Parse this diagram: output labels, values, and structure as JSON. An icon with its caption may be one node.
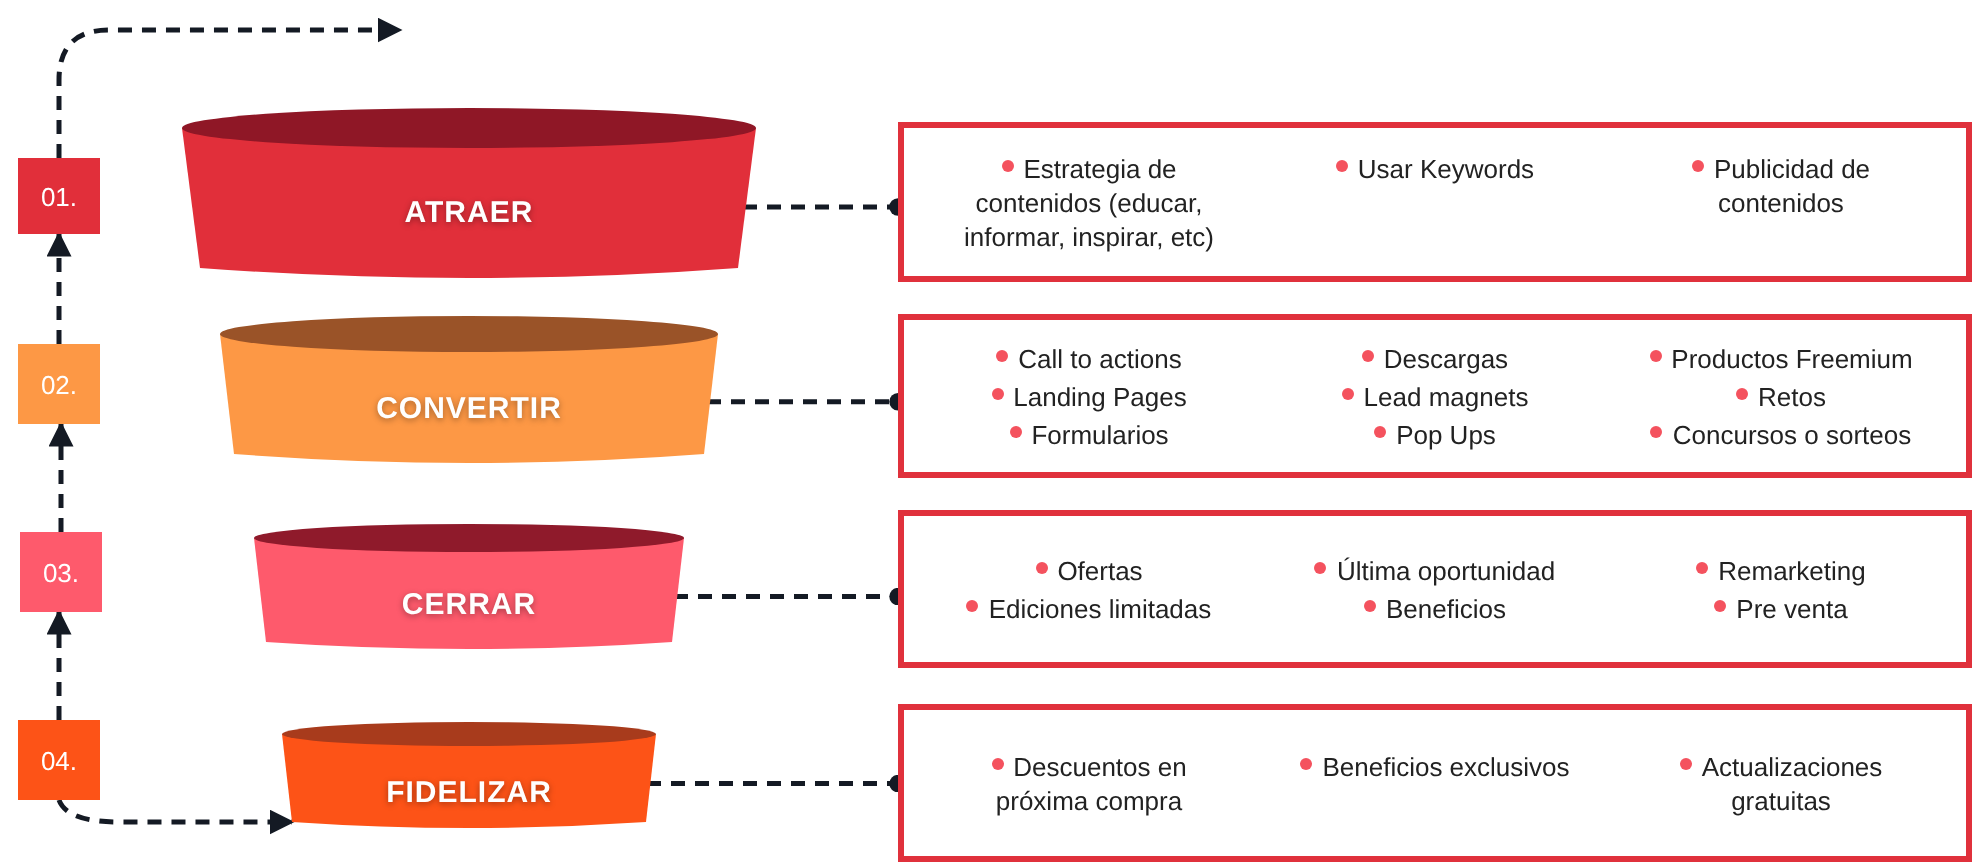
{
  "diagram": {
    "nodes": [
      {
        "text": [
          "01."
        ]
      },
      {
        "text": [
          "02."
        ]
      },
      {
        "text": [
          "03."
        ]
      },
      {
        "text": [
          "04."
        ]
      },
      {
        "text": [
          "ATRAER"
        ]
      },
      {
        "text": [
          "CONVERTIR"
        ]
      },
      {
        "text": [
          "CERRAR"
        ]
      },
      {
        "text": [
          "FIDELIZAR"
        ]
      },
      {
        "text": [
          "Estrategia de contenidos (educar, informar, inspirar, etc)",
          "Usar Keywords",
          "Publicidad de contenidos"
        ]
      },
      {
        "text": [
          "Call to actions",
          "Descargas",
          "Productos Freemium",
          "Landing Pages",
          "Lead magnets",
          "Retos",
          "Formularios",
          "Pop Ups",
          "Concursos o sorteos"
        ]
      },
      {
        "text": [
          "Ofertas",
          "Última oportunidad",
          "Remarketing",
          "Ediciones limitadas",
          "Beneficios",
          "Pre venta"
        ]
      },
      {
        "text": [
          "Descuentos en próxima compra",
          "Beneficios exclusivos",
          "Actualizaciones gratuitas"
        ]
      }
    ],
    "edges": [
      {
        "from": 0,
        "to": null,
        "arrow": "to",
        "style": "dashed"
      },
      {
        "from": 1,
        "to": 0,
        "arrow": "to",
        "style": "dashed"
      },
      {
        "from": 2,
        "to": 1,
        "arrow": "to",
        "style": "dashed"
      },
      {
        "from": 3,
        "to": 2,
        "arrow": "to",
        "style": "dashed"
      },
      {
        "from": 3,
        "to": 7,
        "arrow": "to",
        "style": "dashed"
      },
      {
        "from": 4,
        "to": 8,
        "arrow": "other",
        "style": "dashed"
      },
      {
        "from": 5,
        "to": 9,
        "arrow": "other",
        "style": "dashed"
      },
      {
        "from": 6,
        "to": 10,
        "arrow": "other",
        "style": "dashed"
      },
      {
        "from": 7,
        "to": 11,
        "arrow": "other",
        "style": "dashed"
      }
    ]
  }
}
